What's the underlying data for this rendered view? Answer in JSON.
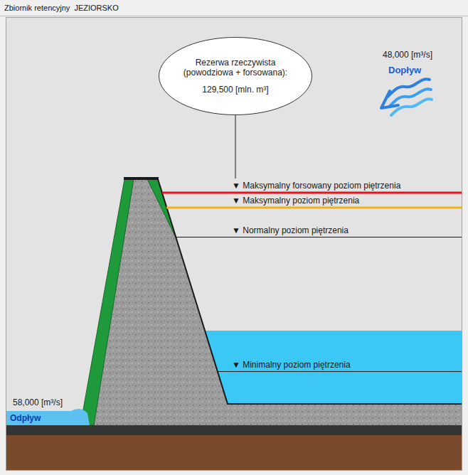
{
  "diagram": {
    "title": "Zbiornik retencyjny  JEZIORSKO",
    "nodes": [
      {
        "text": [
          "Rezerwa rzeczywista (powodziowa + forsowana):",
          "129,500 [mln. m³]"
        ]
      }
    ],
    "labels": [
      "48,000 [m³/s]",
      "Dopływ",
      "▼ Maksymalny forsowany poziom piętrzenia",
      "▼ Maksymalny poziom piętrzenia",
      "▼ Normalny poziom piętrzenia",
      "▼ Minimalny poziom piętrzenia",
      "58,000 [m³/s]",
      "Odpływ"
    ]
  }
}
